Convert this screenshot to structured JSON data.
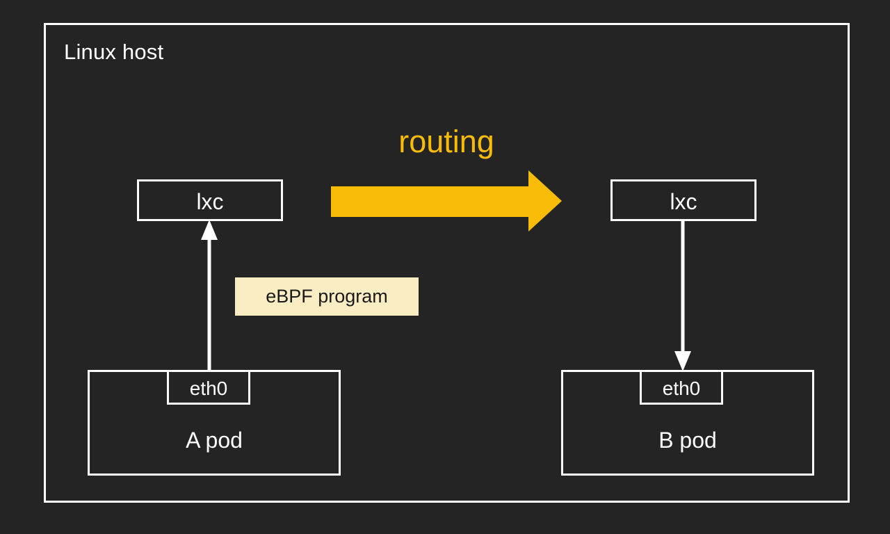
{
  "diagram": {
    "title": "Linux host",
    "background_color": "#242424",
    "stroke_color": "#ffffff",
    "accent_color": "#f9bc06",
    "chip_color": "#faedc4"
  },
  "host": {
    "label": "Linux host"
  },
  "routing": {
    "label": "routing",
    "direction": "left-to-right",
    "color": "#f9bc06"
  },
  "ebpf": {
    "label": "eBPF program",
    "background": "#faedc4",
    "text_color": "#1a1a1a"
  },
  "left_side": {
    "lxc_label": "lxc",
    "pod_label": "A pod",
    "interface_label": "eth0",
    "flow_direction": "up"
  },
  "right_side": {
    "lxc_label": "lxc",
    "pod_label": "B pod",
    "interface_label": "eth0",
    "flow_direction": "down"
  }
}
